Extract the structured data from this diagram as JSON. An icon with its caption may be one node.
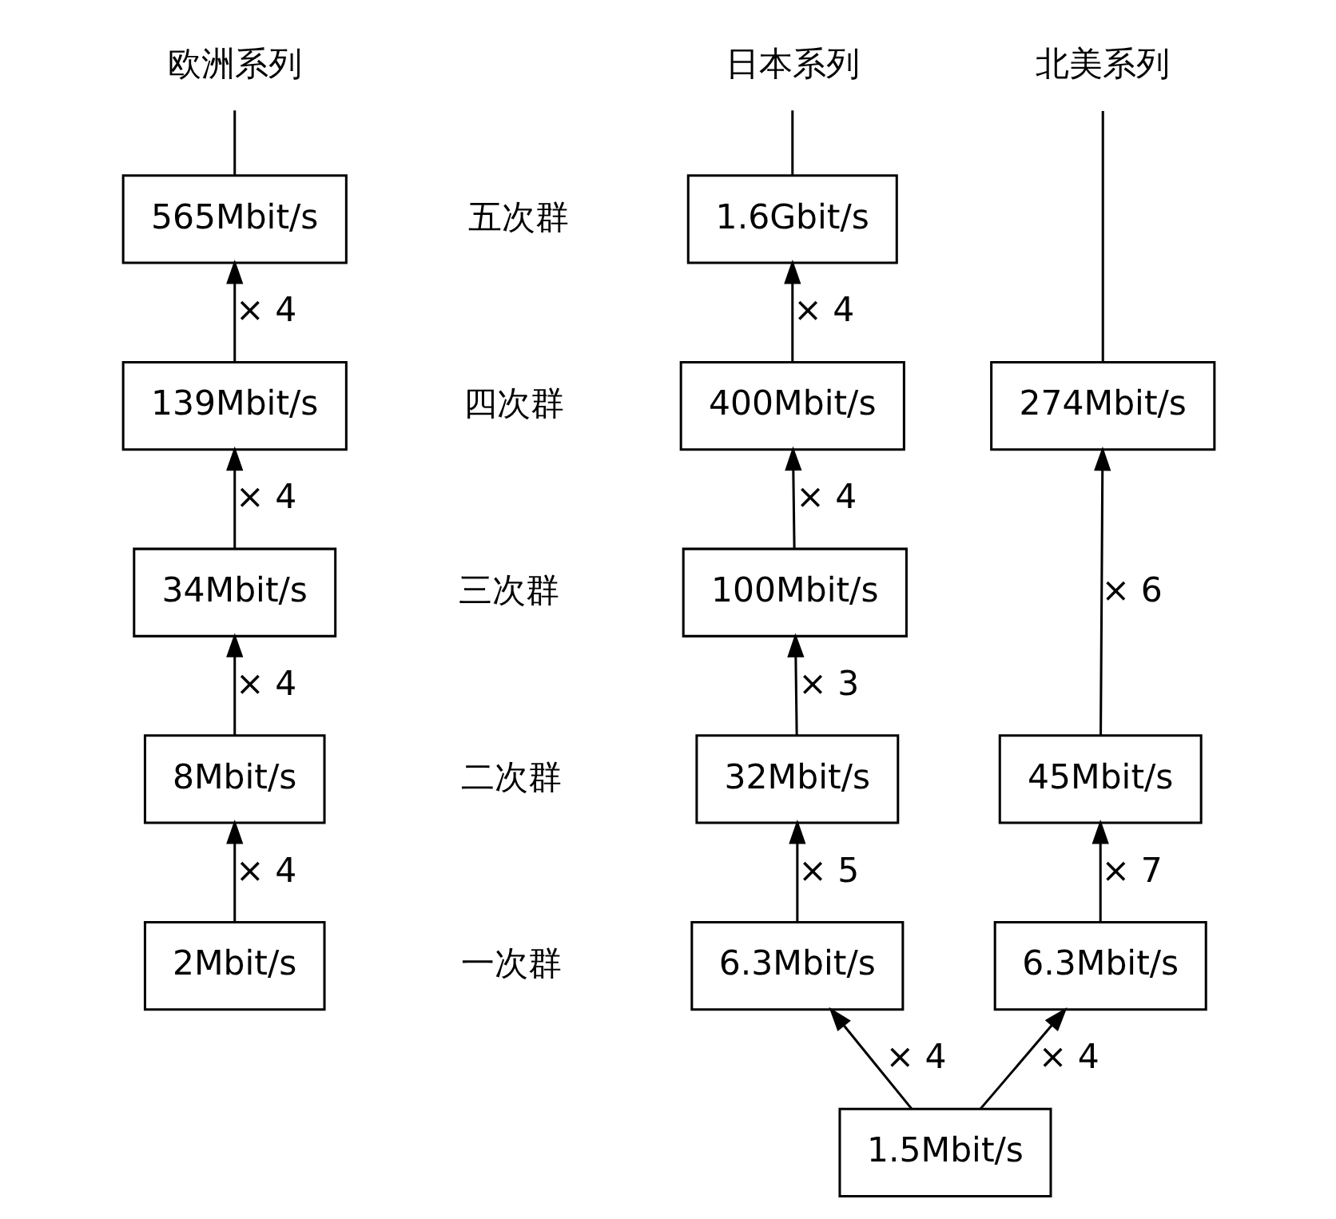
{
  "diagram": {
    "nodes": [
      {
        "text": [
          "欧洲系列"
        ]
      },
      {
        "text": [
          "565Mbit/s"
        ],
        "beside": [
          "五次群"
        ]
      },
      {
        "text": [
          "139Mbit/s"
        ],
        "beside": [
          "四次群"
        ]
      },
      {
        "text": [
          "34Mbit/s"
        ],
        "beside": [
          "三次群"
        ]
      },
      {
        "text": [
          "8Mbit/s"
        ],
        "beside": [
          "二次群"
        ]
      },
      {
        "text": [
          "2Mbit/s"
        ],
        "beside": [
          "一次群"
        ]
      },
      {
        "text": [
          "日本系列"
        ]
      },
      {
        "text": [
          "1.6Gbit/s"
        ]
      },
      {
        "text": [
          "400Mbit/s"
        ]
      },
      {
        "text": [
          "100Mbit/s"
        ]
      },
      {
        "text": [
          "32Mbit/s"
        ]
      },
      {
        "text": [
          "6.3Mbit/s"
        ]
      },
      {
        "text": [
          "北美系列"
        ]
      },
      {
        "text": [
          "274Mbit/s"
        ]
      },
      {
        "text": [
          "45Mbit/s"
        ]
      },
      {
        "text": [
          "6.3Mbit/s"
        ]
      },
      {
        "text": [
          "1.5Mbit/s"
        ]
      }
    ],
    "edges": [
      {
        "from": 1,
        "to": 0,
        "arrow": "none"
      },
      {
        "from": 2,
        "to": 1,
        "arrow": "to",
        "label": "× 4"
      },
      {
        "from": 3,
        "to": 2,
        "arrow": "to",
        "label": "× 4"
      },
      {
        "from": 4,
        "to": 3,
        "arrow": "to",
        "label": "× 4"
      },
      {
        "from": 5,
        "to": 4,
        "arrow": "to",
        "label": "× 4"
      },
      {
        "from": 7,
        "to": 6,
        "arrow": "none"
      },
      {
        "from": 8,
        "to": 7,
        "arrow": "to",
        "label": "× 4"
      },
      {
        "from": 9,
        "to": 8,
        "arrow": "to",
        "label": "× 4"
      },
      {
        "from": 10,
        "to": 9,
        "arrow": "to",
        "label": "× 3"
      },
      {
        "from": 11,
        "to": 10,
        "arrow": "to",
        "label": "× 5"
      },
      {
        "from": 16,
        "to": 11,
        "arrow": "to",
        "label": "× 4"
      },
      {
        "from": 13,
        "to": 12,
        "arrow": "none"
      },
      {
        "from": 14,
        "to": 13,
        "arrow": "to",
        "label": "× 6"
      },
      {
        "from": 15,
        "to": 14,
        "arrow": "to",
        "label": "× 7"
      },
      {
        "from": 16,
        "to": 15,
        "arrow": "to",
        "label": "× 4"
      }
    ]
  }
}
